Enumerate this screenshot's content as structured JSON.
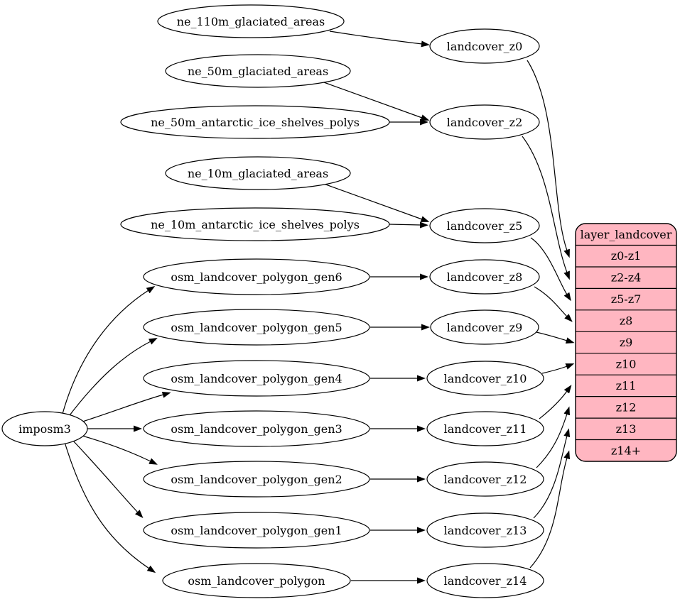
{
  "diagram": {
    "importer": "imposm3",
    "natural_earth_tables": [
      "ne_110m_glaciated_areas",
      "ne_50m_glaciated_areas",
      "ne_50m_antarctic_ice_shelves_polys",
      "ne_10m_glaciated_areas",
      "ne_10m_antarctic_ice_shelves_polys"
    ],
    "osm_tables": [
      "osm_landcover_polygon_gen6",
      "osm_landcover_polygon_gen5",
      "osm_landcover_polygon_gen4",
      "osm_landcover_polygon_gen3",
      "osm_landcover_polygon_gen2",
      "osm_landcover_polygon_gen1",
      "osm_landcover_polygon"
    ],
    "generalized_tables": [
      "landcover_z0",
      "landcover_z2",
      "landcover_z5",
      "landcover_z8",
      "landcover_z9",
      "landcover_z10",
      "landcover_z11",
      "landcover_z12",
      "landcover_z13",
      "landcover_z14"
    ],
    "layer_table": {
      "title": "layer_landcover",
      "fields": [
        "z0-z1",
        "z2-z4",
        "z5-z7",
        "z8",
        "z9",
        "z10",
        "z11",
        "z12",
        "z13",
        "z14+"
      ]
    },
    "edges": [
      [
        "ne_110m_glaciated_areas",
        "landcover_z0"
      ],
      [
        "ne_50m_glaciated_areas",
        "landcover_z2"
      ],
      [
        "ne_50m_antarctic_ice_shelves_polys",
        "landcover_z2"
      ],
      [
        "ne_10m_glaciated_areas",
        "landcover_z5"
      ],
      [
        "ne_10m_antarctic_ice_shelves_polys",
        "landcover_z5"
      ],
      [
        "imposm3",
        "osm_landcover_polygon_gen6"
      ],
      [
        "imposm3",
        "osm_landcover_polygon_gen5"
      ],
      [
        "imposm3",
        "osm_landcover_polygon_gen4"
      ],
      [
        "imposm3",
        "osm_landcover_polygon_gen3"
      ],
      [
        "imposm3",
        "osm_landcover_polygon_gen2"
      ],
      [
        "imposm3",
        "osm_landcover_polygon_gen1"
      ],
      [
        "imposm3",
        "osm_landcover_polygon"
      ],
      [
        "osm_landcover_polygon_gen6",
        "landcover_z8"
      ],
      [
        "osm_landcover_polygon_gen5",
        "landcover_z9"
      ],
      [
        "osm_landcover_polygon_gen4",
        "landcover_z10"
      ],
      [
        "osm_landcover_polygon_gen3",
        "landcover_z11"
      ],
      [
        "osm_landcover_polygon_gen2",
        "landcover_z12"
      ],
      [
        "osm_landcover_polygon_gen1",
        "landcover_z13"
      ],
      [
        "osm_landcover_polygon",
        "landcover_z14"
      ],
      [
        "landcover_z0",
        "layer_landcover:z0-z1"
      ],
      [
        "landcover_z2",
        "layer_landcover:z2-z4"
      ],
      [
        "landcover_z5",
        "layer_landcover:z5-z7"
      ],
      [
        "landcover_z8",
        "layer_landcover:z8"
      ],
      [
        "landcover_z9",
        "layer_landcover:z9"
      ],
      [
        "landcover_z10",
        "layer_landcover:z10"
      ],
      [
        "landcover_z11",
        "layer_landcover:z11"
      ],
      [
        "landcover_z12",
        "layer_landcover:z12"
      ],
      [
        "landcover_z13",
        "layer_landcover:z13"
      ],
      [
        "landcover_z14",
        "layer_landcover:z14+"
      ]
    ],
    "colors": {
      "background": "#ffffff",
      "node_fill": "#ffffff",
      "stroke": "#000000",
      "layer_fill": "#ffb6c1"
    }
  }
}
